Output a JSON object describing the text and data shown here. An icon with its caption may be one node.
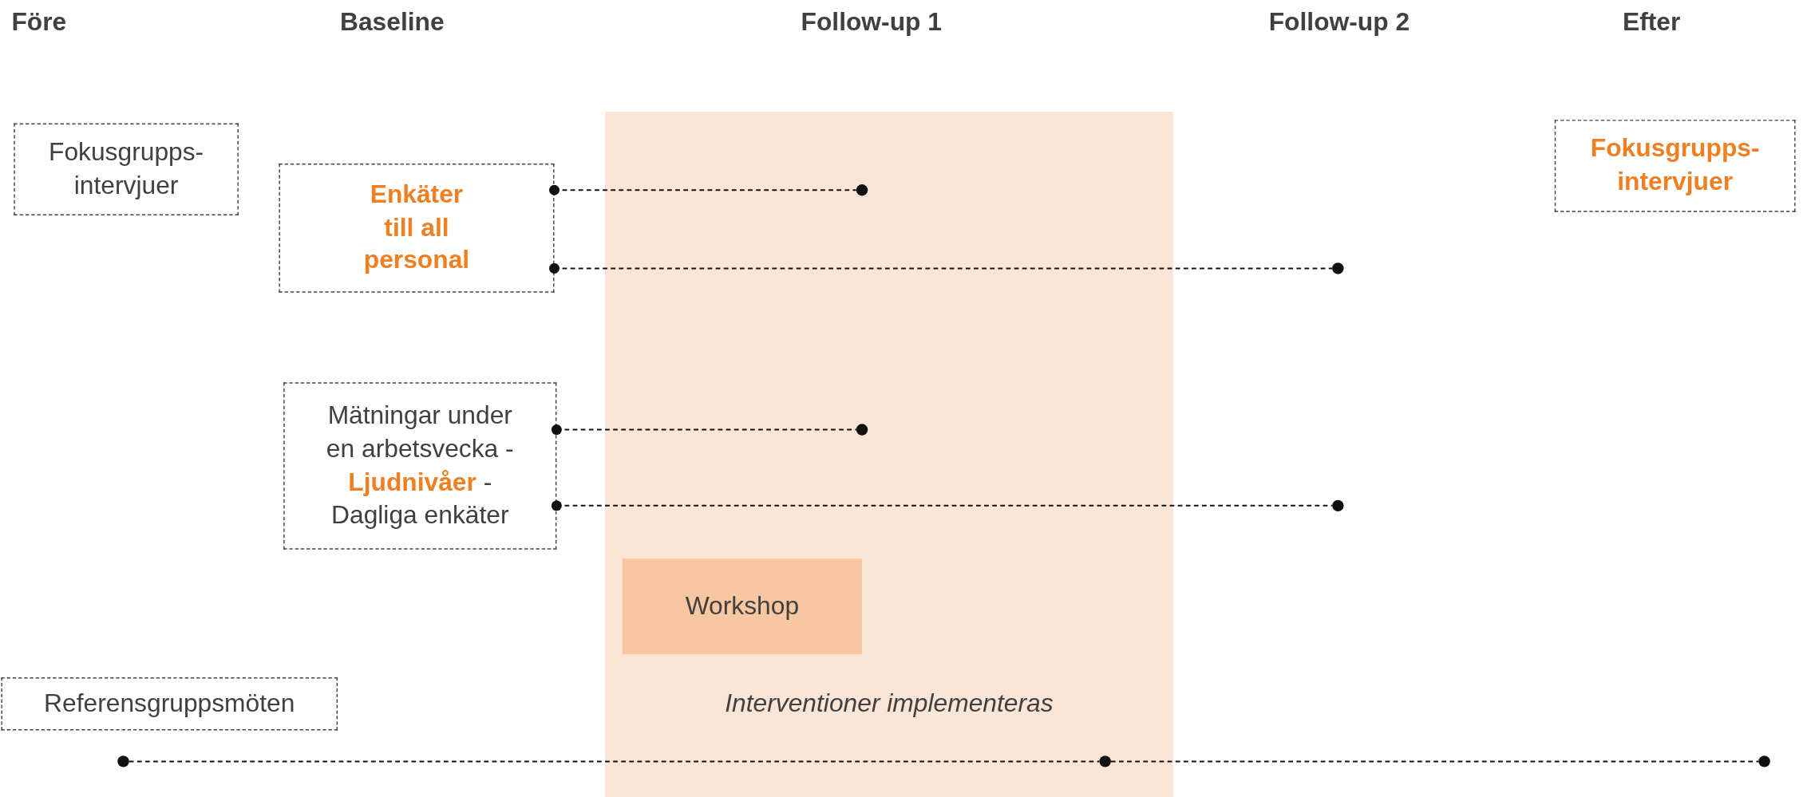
{
  "diagram": {
    "nodes": [
      {
        "text": [
          "Fokusgrupps-intervjuer"
        ]
      },
      {
        "text": [
          "Enkäter till all personal"
        ]
      },
      {
        "text": [
          "Fokusgrupps-intervjuer"
        ]
      },
      {
        "text": [
          "Interventioner implementeras"
        ]
      },
      {
        "text": [],
        "shape": "circle",
        "in": 3
      },
      {
        "text": [],
        "shape": "circle"
      },
      {
        "text": [
          "Mätningar under en arbetsvecka - **Ljudnivåer** - Dagliga enkäter"
        ]
      },
      {
        "text": [],
        "shape": "circle",
        "in": 3
      },
      {
        "text": [],
        "shape": "circle"
      },
      {
        "text": [
          "Workshop"
        ],
        "in": 3
      },
      {
        "text": [
          "Referensgruppsmöten"
        ]
      },
      {
        "text": [],
        "shape": "circle"
      },
      {
        "text": [],
        "shape": "circle",
        "in": 3
      },
      {
        "text": [],
        "shape": "circle"
      }
    ],
    "edges": [
      {
        "from": 1,
        "to": 4,
        "arrow": "other",
        "style": "dashed"
      },
      {
        "from": 1,
        "to": 5,
        "arrow": "other",
        "style": "dashed"
      },
      {
        "from": 6,
        "to": 7,
        "arrow": "other",
        "style": "dashed"
      },
      {
        "from": 6,
        "to": 8,
        "arrow": "other",
        "style": "dashed"
      },
      {
        "from": 11,
        "to": 12,
        "arrow": "none",
        "style": "dashed"
      },
      {
        "from": 12,
        "to": 13,
        "arrow": "none",
        "style": "dashed"
      }
    ],
    "labels": [
      "Före",
      "Baseline",
      "Follow-up 1",
      "Follow-up 2",
      "Efter"
    ]
  }
}
